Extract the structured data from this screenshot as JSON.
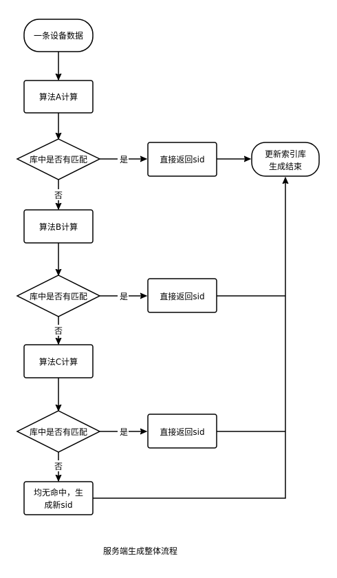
{
  "diagram": {
    "start": {
      "text": "一条设备数据"
    },
    "compute_a": {
      "text": "算法A计算"
    },
    "decision_a": {
      "text": "库中是否有匹配"
    },
    "result_a": {
      "text": "直接返回sid"
    },
    "end": {
      "line1": "更新索引库",
      "line2": "生成结束"
    },
    "compute_b": {
      "text": "算法B计算"
    },
    "decision_b": {
      "text": "库中是否有匹配"
    },
    "result_b": {
      "text": "直接返回sid"
    },
    "compute_c": {
      "text": "算法C计算"
    },
    "decision_c": {
      "text": "库中是否有匹配"
    },
    "result_c": {
      "text": "直接返回sid"
    },
    "no_match": {
      "line1": "均无命中，生",
      "line2": "成新sid"
    },
    "labels": {
      "yes_a": "是",
      "no_a": "否",
      "yes_b": "是",
      "no_b": "否",
      "yes_c": "是",
      "no_c": "否"
    },
    "caption": "服务端生成整体流程"
  }
}
